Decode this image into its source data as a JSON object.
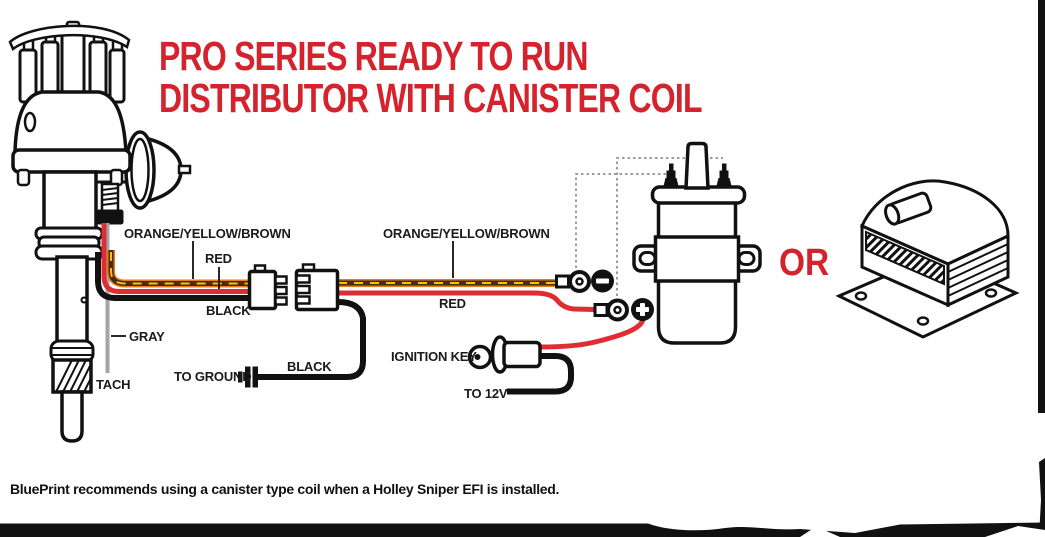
{
  "title": {
    "line1": "PRO SERIES READY TO RUN",
    "line2": "DISTRIBUTOR WITH CANISTER COIL"
  },
  "labels": {
    "oyb_left": "ORANGE/YELLOW/BROWN",
    "red_left": "RED",
    "black_left": "BLACK",
    "gray": "GRAY",
    "tach": "TACH",
    "to_ground": "TO GROUND",
    "black_ground": "BLACK",
    "oyb_right": "ORANGE/YELLOW/BROWN",
    "red_right": "RED",
    "ignition_key": "IGNITION KEY",
    "to_12v": "TO 12V",
    "or": "OR"
  },
  "footnote": "BluePrint recommends using a canister type coil when a Holley Sniper EFI is installed.",
  "illustrations": {
    "distributor": "pro-series-distributor",
    "canister_coil": "canister-coil",
    "ecore_coil": "e-core-coil",
    "ignition_key": "ignition-key-switch",
    "ground_lug": "ground-lug-symbol",
    "negative_terminal_badge": "−",
    "positive_terminal_badge": "+"
  },
  "colors": {
    "accent_red": "#d5232e",
    "wire_red": "#e02d33",
    "wire_brown": "#4a2b10",
    "wire_yellow": "#f5c400",
    "wire_orange": "#e87a1e",
    "wire_gray": "#a5a5a5",
    "ink": "#111111"
  }
}
